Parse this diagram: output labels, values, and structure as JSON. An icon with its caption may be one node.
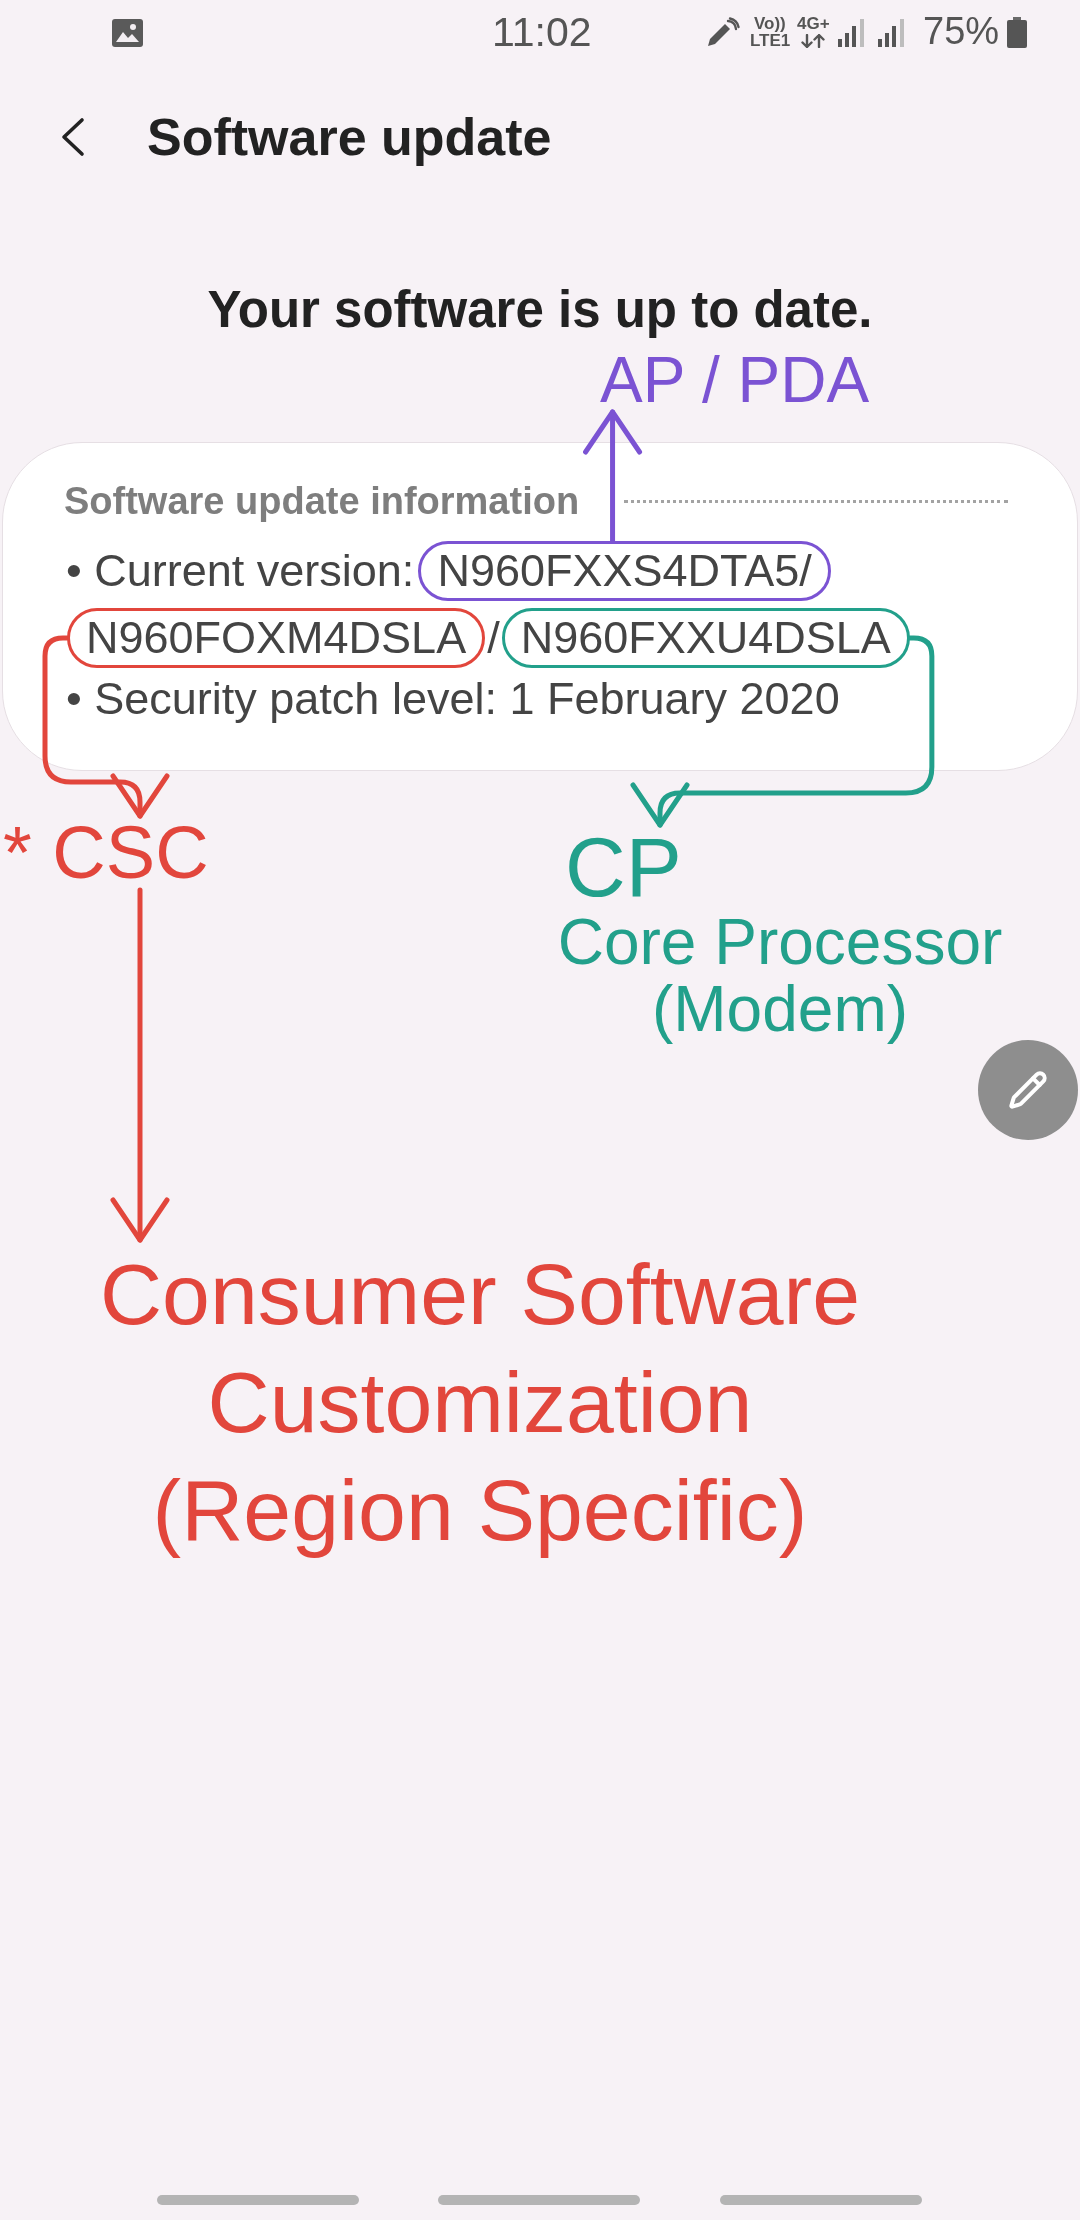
{
  "diagram": {
    "title": "Software update",
    "nodes": [
      {
        "text": [
          "AP / PDA"
        ]
      },
      {
        "text": [
          "Software update information",
          "• Current version:",
          "/",
          "• Security patch level: 1 February 2020"
        ]
      },
      {
        "text": [
          "N960FXXS4DTA5/"
        ],
        "in": 1
      },
      {
        "text": [
          "N960FOXM4DSLA"
        ],
        "in": 1
      },
      {
        "text": [
          "N960FXXU4DSLA"
        ],
        "in": 1
      },
      {
        "text": [
          "* CSC"
        ]
      },
      {
        "text": [
          "CP",
          "Core Processor (Modem)"
        ]
      },
      {
        "text": [
          "Consumer Software Customization (Region Specific)"
        ]
      }
    ],
    "edges": [
      {
        "from": 2,
        "to": 0,
        "arrow": "to",
        "color": "#7b53d3"
      },
      {
        "from": 3,
        "to": 5,
        "arrow": "to"
      },
      {
        "from": 4,
        "to": 6,
        "arrow": "to",
        "color": "#22a08b"
      },
      {
        "from": 5,
        "to": 7,
        "arrow": "to"
      }
    ],
    "labels": [
      "11:02",
      "Vo))",
      "LTE1",
      "4G+",
      "75%",
      "Your software is up to date."
    ]
  }
}
